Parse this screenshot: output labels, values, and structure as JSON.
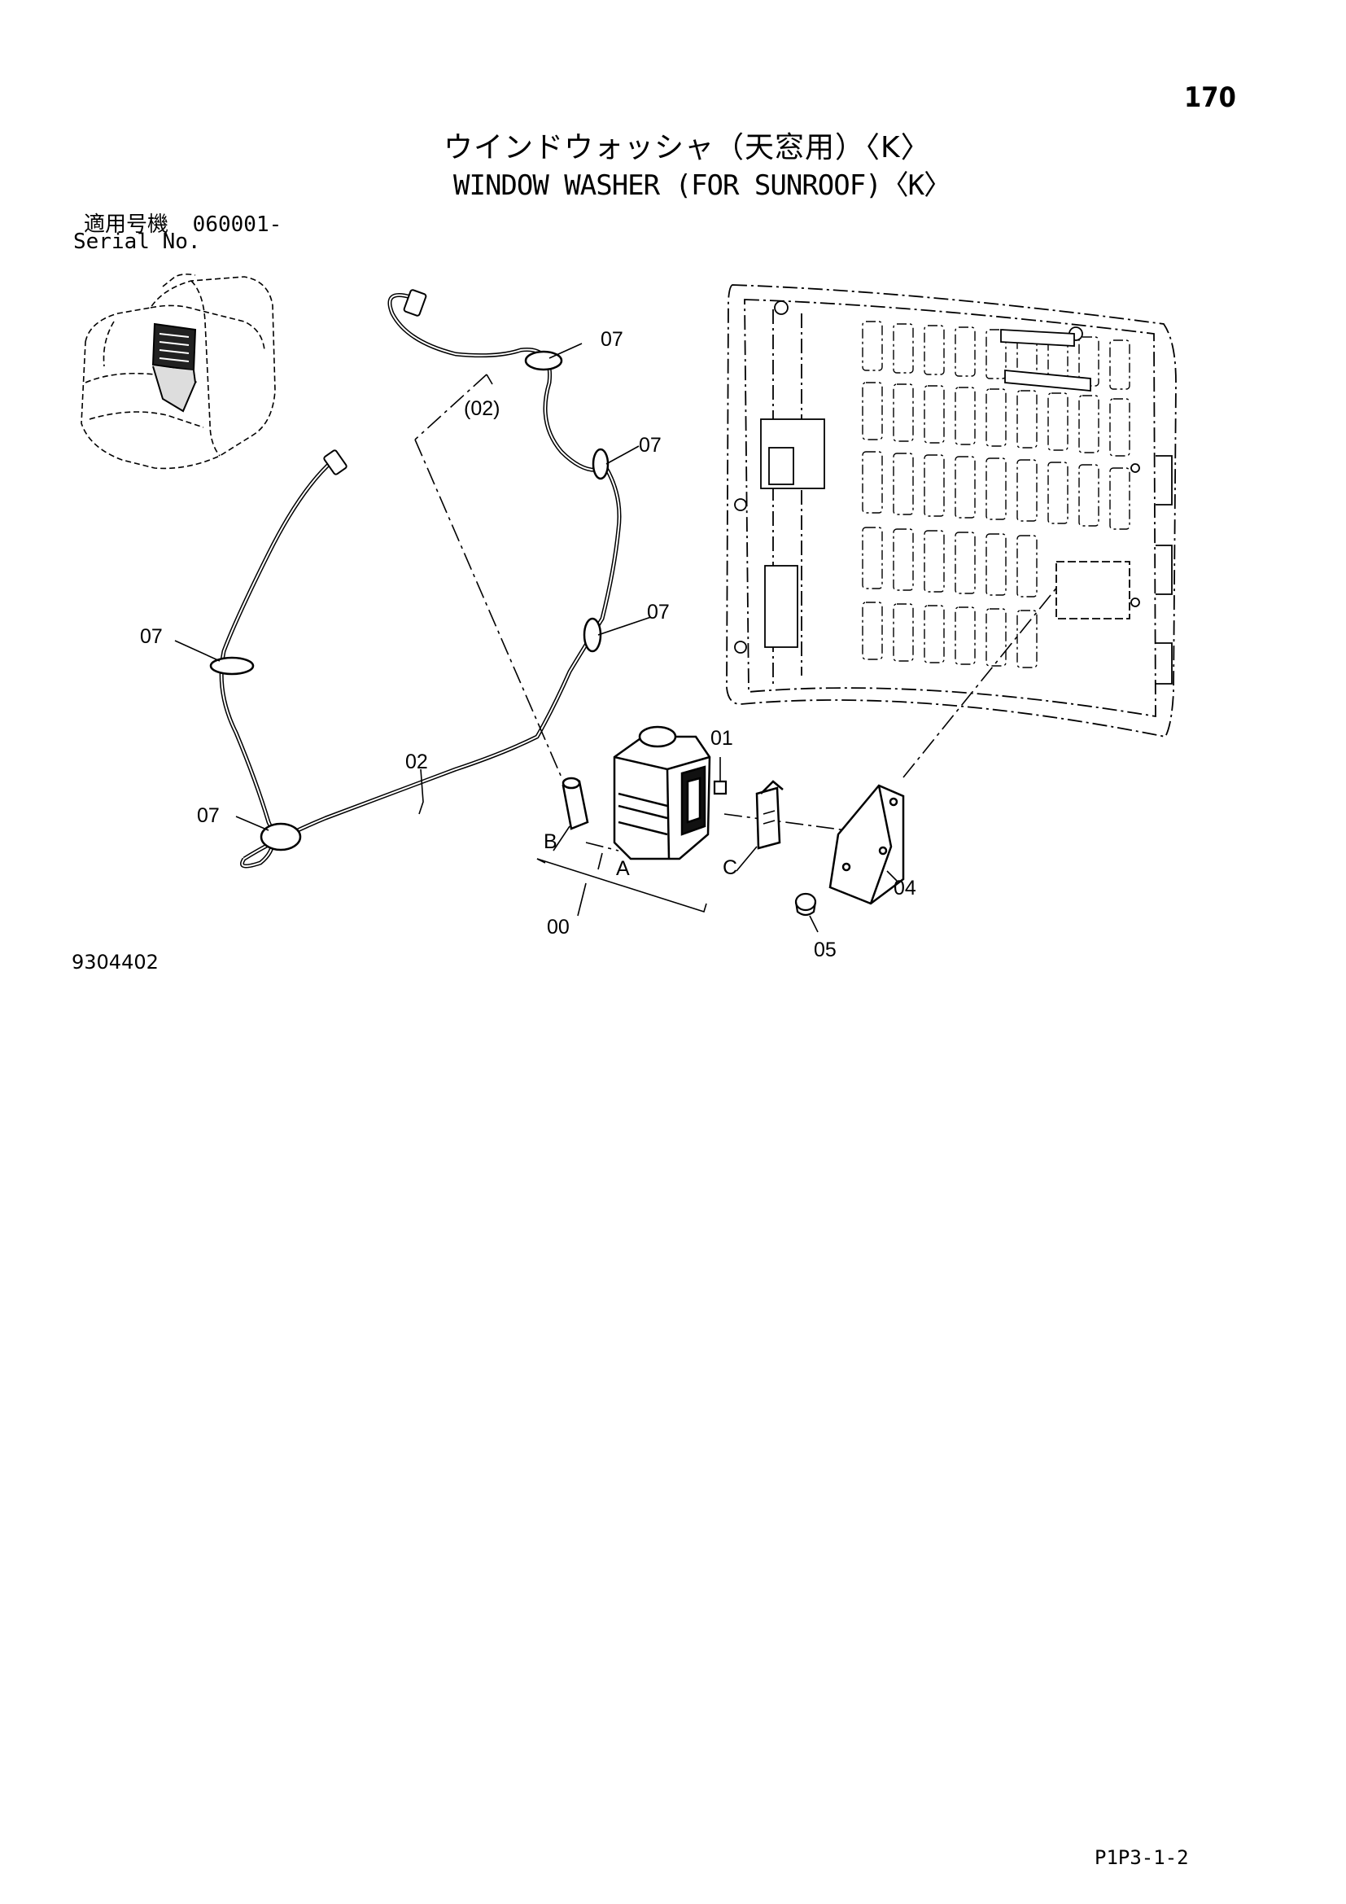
{
  "header": {
    "page_number": "170",
    "title_jp": "ウインドウォッシャ（天窓用）〈K〉",
    "title_en": "WINDOW WASHER (FOR SUNROOF)〈K〉"
  },
  "serial": {
    "label_jp": "適用号機",
    "value": "060001-",
    "label_en": "Serial No."
  },
  "callouts": {
    "c00": "00",
    "c01": "01",
    "c02": "02",
    "c02_ref": "(02)",
    "c04": "04",
    "c05": "05",
    "c07_a": "07",
    "c07_b": "07",
    "c07_c": "07",
    "c07_d": "07",
    "c07_e": "07",
    "sub_a": "A",
    "sub_b": "B",
    "sub_c": "C"
  },
  "footer": {
    "drawing_number": "9304402",
    "sheet_code": "P1P3-1-2"
  }
}
